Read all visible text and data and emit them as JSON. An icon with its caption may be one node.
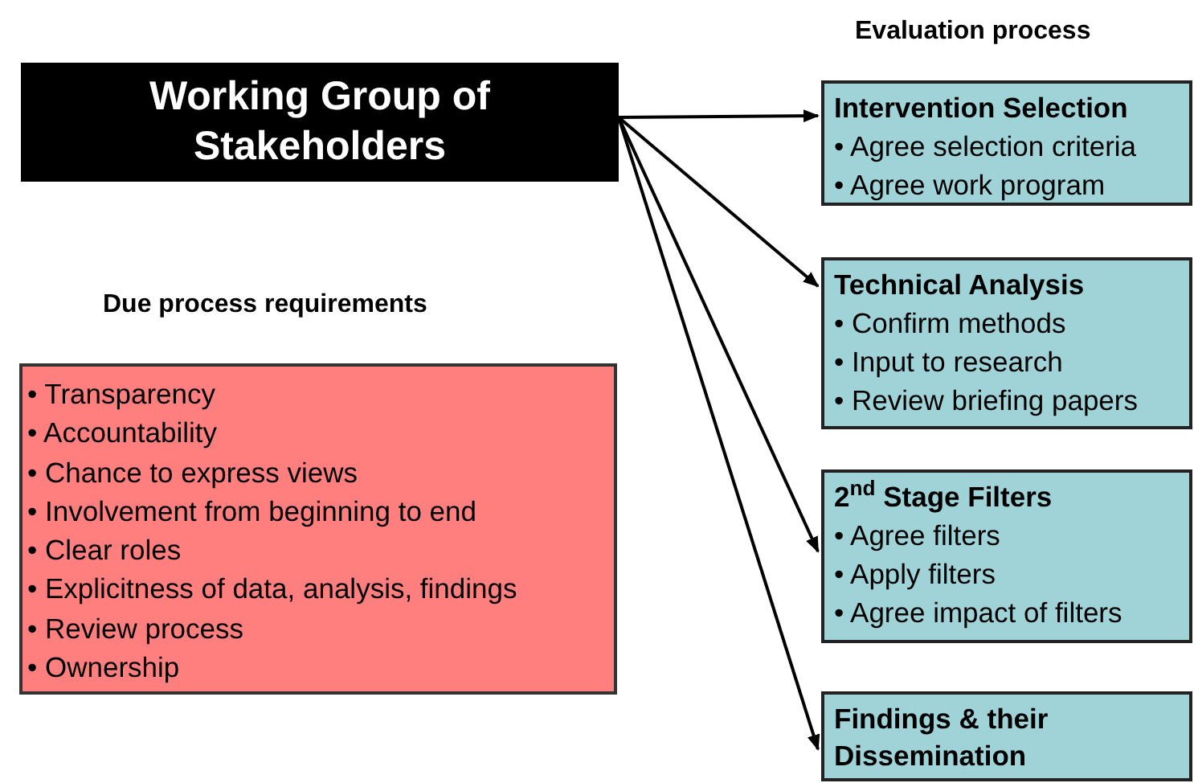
{
  "diagram": {
    "nodes": [
      {
        "text": [
          "Working Group of Stakeholders"
        ]
      },
      {
        "text": [
          "Intervention Selection",
          "• Agree selection criteria",
          "• Agree work program"
        ]
      },
      {
        "text": [
          "Technical Analysis",
          "• Confirm methods",
          "• Input to research",
          "• Review briefing papers"
        ]
      },
      {
        "text": [
          "2$^{nd}$ Stage Filters",
          "• Agree filters",
          "• Apply filters",
          "• Agree impact of filters"
        ]
      },
      {
        "text": [
          "Findings & their Dissemination"
        ]
      },
      {
        "text": [
          "• Transparency",
          "• Accountability",
          "• Chance to express views",
          "• Involvement from beginning to end",
          "• Clear roles",
          "• Explicitness of data, analysis, findings",
          "• Review process",
          "• Ownership"
        ]
      }
    ],
    "edges": [
      {
        "from": 0,
        "to": 1,
        "arrow": "to"
      },
      {
        "from": 0,
        "to": 2,
        "arrow": "to"
      },
      {
        "from": 0,
        "to": 3,
        "arrow": "to"
      },
      {
        "from": 0,
        "to": 4,
        "arrow": "to"
      }
    ],
    "labels": [
      "Evaluation process",
      "Due process requirements"
    ]
  }
}
